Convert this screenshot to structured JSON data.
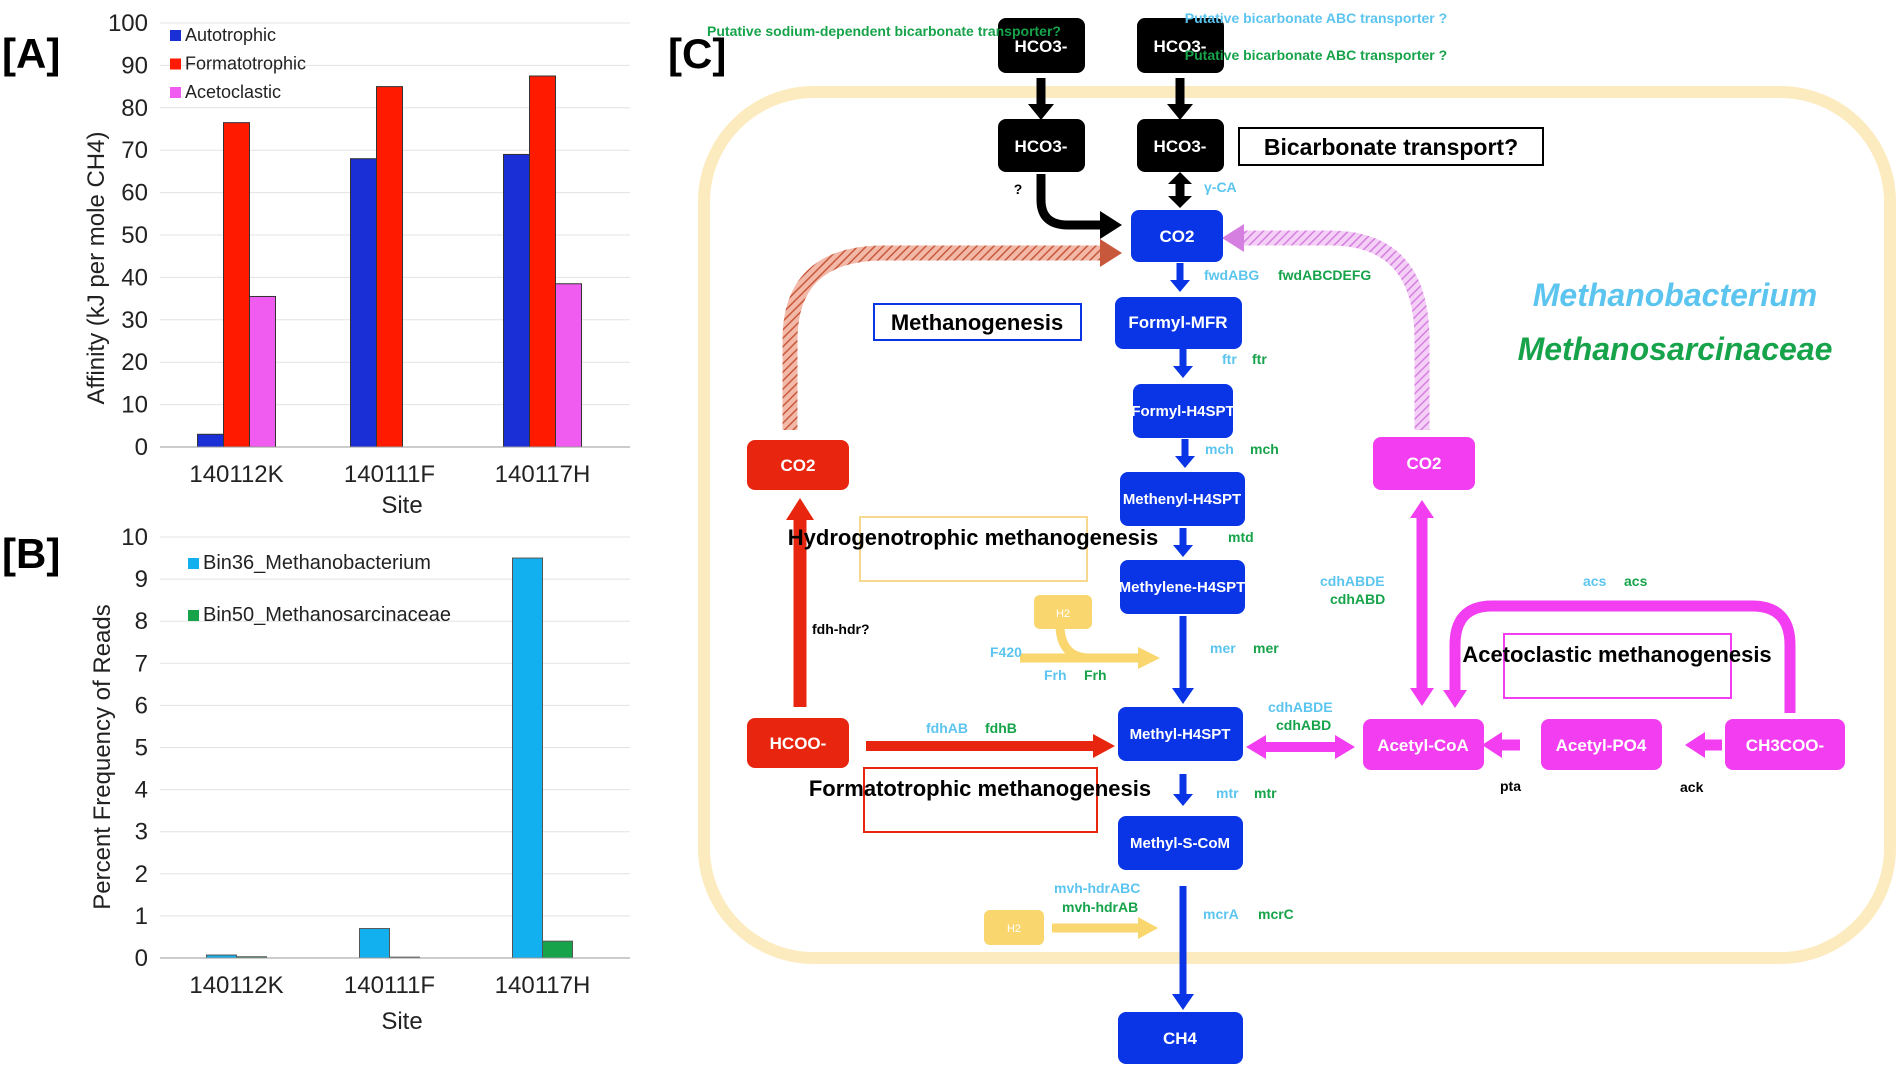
{
  "panels": {
    "a": "[A]",
    "b": "[B]",
    "c": "[C]"
  },
  "colors": {
    "autotrophic": "#1a2fd6",
    "formatotrophic": "#ff1a00",
    "acetoclastic": "#f15cf0",
    "bin36": "#12b0ef",
    "bin50": "#16a34a",
    "blue_box": "#0a35e6",
    "red_box": "#e8260f",
    "magenta_box": "#f23ef0",
    "cell_border": "#fdebc0",
    "h2": "#f9d66e",
    "cyan_text": "#5cc5ef",
    "green_text": "#16a34a"
  },
  "chart_data": [
    {
      "type": "bar",
      "categories": [
        "140112K",
        "140111F",
        "140117H"
      ],
      "series": [
        {
          "name": "Autotrophic",
          "values": [
            3,
            68,
            69
          ],
          "color": "#1a2fd6"
        },
        {
          "name": "Formatotrophic",
          "values": [
            76.5,
            85,
            87.5
          ],
          "color": "#ff1a00"
        },
        {
          "name": "Acetoclastic",
          "values": [
            35.5,
            null,
            38.5
          ],
          "color": "#f15cf0"
        }
      ],
      "xlabel": "Site",
      "ylabel": "Affinity (kJ per mole CH4)",
      "ylim": [
        0,
        100
      ],
      "yticks": [
        0,
        10,
        20,
        30,
        40,
        50,
        60,
        70,
        80,
        90,
        100
      ],
      "legend": "top-left",
      "grid": true
    },
    {
      "type": "bar",
      "categories": [
        "140112K",
        "140111F",
        "140117H"
      ],
      "series": [
        {
          "name": "Bin36_Methanobacterium",
          "values": [
            0.07,
            0.7,
            9.5
          ],
          "color": "#12b0ef"
        },
        {
          "name": "Bin50_Methanosarcinaceae",
          "values": [
            0.03,
            0.02,
            0.4
          ],
          "color": "#16a34a"
        }
      ],
      "xlabel": "Site",
      "ylabel": "Percent Frequency of Reads",
      "ylim": [
        0,
        10
      ],
      "yticks": [
        0,
        1,
        2,
        3,
        4,
        5,
        6,
        7,
        8,
        9,
        10
      ],
      "legend": "top-left",
      "grid": true
    }
  ],
  "diagram": {
    "nodes": {
      "hco3_out_1": "HCO3-",
      "hco3_out_2": "HCO3-",
      "hco3_in_1": "HCO3-",
      "hco3_in_2": "HCO3-",
      "co2_main": "CO2",
      "formyl_mfr": "Formyl-MFR",
      "formyl_h4spt": "Formyl-H4SPT",
      "methenyl_h4spt": "Methenyl-H4SPT",
      "methylene_h4spt": "Methylene-H4SPT",
      "methyl_h4spt": "Methyl-H4SPT",
      "methyl_s_com": "Methyl-S-CoM",
      "ch4": "CH4",
      "co2_left": "CO2",
      "hcoo": "HCOO-",
      "co2_right": "CO2",
      "acetyl_coa": "Acetyl-CoA",
      "acetyl_po4": "Acetyl-PO4",
      "ch3coo": "CH3COO-",
      "h2_top": "H2",
      "h2_bottom": "H2"
    },
    "boxes": {
      "bicarbonate": "Bicarbonate transport?",
      "methanogenesis": "Methanogenesis",
      "hydrogenotrophic": "Hydrogenotrophic methanogenesis",
      "formatotrophic": "Formatotrophic methanogenesis",
      "acetoclastic": "Acetoclastic methanogenesis"
    },
    "organisms": {
      "methanobacterium": "Methanobacterium",
      "methanosarcinaceae": "Methanosarcinaceae"
    },
    "transporters": {
      "sodium_dep": "Putative sodium-dependent bicarbonate transporter?",
      "abc_cyan": "Putative bicarbonate ABC transporter ?",
      "abc_green": "Putative bicarbonate ABC transporter ?"
    },
    "enzymes": {
      "question": "?",
      "gamma_ca": "γ-CA",
      "fwd_cyan": "fwdABG",
      "fwd_green": "fwdABCDEFG",
      "ftr_cyan": "ftr",
      "ftr_green": "ftr",
      "mch_cyan": "mch",
      "mch_green": "mch",
      "mtd": "mtd",
      "mer_cyan": "mer",
      "mer_green": "mer",
      "frh_cyan": "Frh",
      "frh_green": "Frh",
      "f420": "F420",
      "fdh_hdr": "fdh-hdr?",
      "fdh_cyan": "fdhAB",
      "fdh_green": "fdhB",
      "cdh_right_cyan": "cdhABDE",
      "cdh_right_green": "cdhABD",
      "cdh_mid_cyan": "cdhABDE",
      "cdh_mid_green": "cdhABD",
      "acs_cyan": "acs",
      "acs_green": "acs",
      "pta": "pta",
      "ack": "ack",
      "mtr_cyan": "mtr",
      "mtr_green": "mtr",
      "mvh_cyan": "mvh-hdrABC",
      "mvh_green": "mvh-hdrAB",
      "mcr_cyan": "mcrA",
      "mcr_green": "mcrC"
    }
  }
}
